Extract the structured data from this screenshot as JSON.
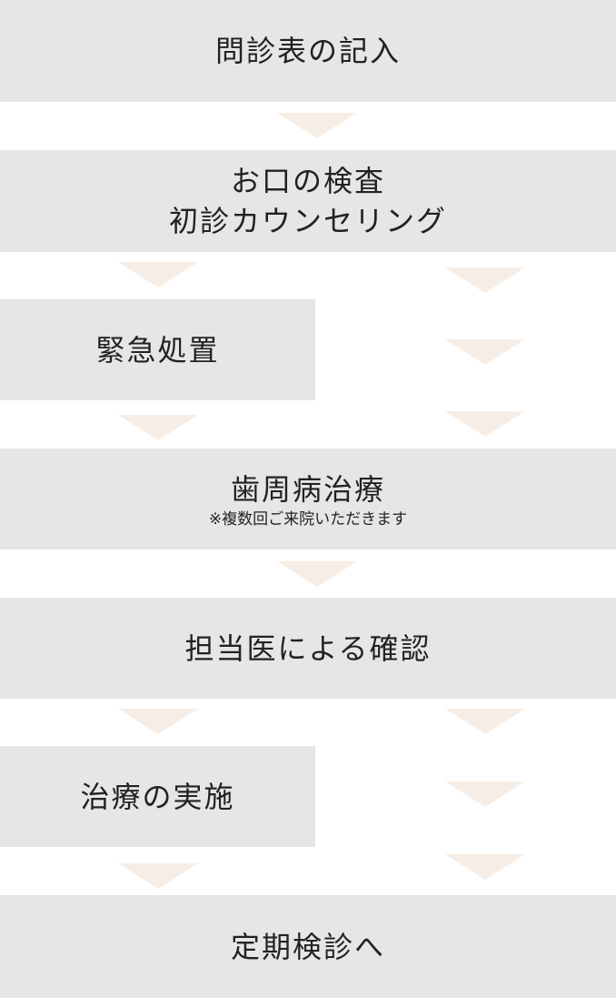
{
  "steps": [
    {
      "label": "問診表の記入"
    },
    {
      "label_line1": "お口の検査",
      "label_line2": "初診カウンセリング"
    },
    {
      "label": "緊急処置"
    },
    {
      "label": "歯周病治療",
      "note": "※複数回ご来院いただきます"
    },
    {
      "label": "担当医による確認"
    },
    {
      "label": "治療の実施"
    },
    {
      "label": "定期検診へ"
    }
  ],
  "colors": {
    "box_background": "#e6e6e6",
    "arrow": "#f6eee6",
    "text": "#222222"
  }
}
